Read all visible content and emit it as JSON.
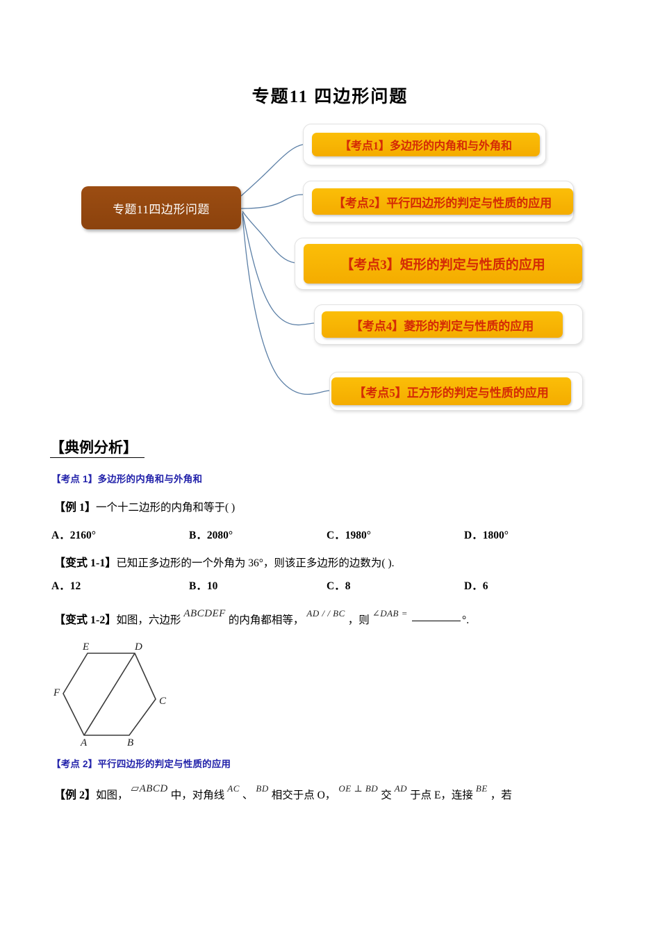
{
  "document": {
    "title": "专题11  四边形问题"
  },
  "mindmap": {
    "central": {
      "label": "专题11四边形问题",
      "color": "#94450f"
    },
    "accent_fill": "#f9b500",
    "accent_text": "#d42a06",
    "connector_color": "#5b7fa6",
    "nodes": [
      {
        "id": "node1",
        "label": "【考点1】多边形的内角和与外角和"
      },
      {
        "id": "node2",
        "label": "【考点2】平行四边形的判定与性质的应用"
      },
      {
        "id": "node3",
        "label": "【考点3】矩形的判定与性质的应用"
      },
      {
        "id": "node4",
        "label": "【考点4】菱形的判定与性质的应用"
      },
      {
        "id": "node5",
        "label": "【考点5】正方形的判定与性质的应用"
      }
    ]
  },
  "content": {
    "analysis_heading": "【典例分析】",
    "kaodian1": {
      "heading": "【考点 1】多边形的内角和与外角和",
      "example1": {
        "tag": "【例 1】",
        "text": "一个十二边形的内角和等于(  )",
        "options": [
          "A．2160°",
          "B．2080°",
          "C．1980°",
          "D．1800°"
        ]
      },
      "variant1_1": {
        "tag": "【变式 1-1】",
        "text": "已知正多边形的一个外角为 36°，则该正多边形的边数为(  ).",
        "options": [
          "A．12",
          "B．10",
          "C．8",
          "D．6"
        ]
      },
      "variant1_2": {
        "tag": "【变式 1-2】",
        "seg1": "如图，六边形",
        "math1": "ABCDEF",
        "seg2": "的内角都相等，",
        "math2": "AD / / BC",
        "seg3": "，则",
        "math3": "∠DAB =",
        "seg4": "°."
      },
      "figure": {
        "name": "hexagon-ABCDEF",
        "vertices": [
          "A",
          "B",
          "C",
          "D",
          "E",
          "F"
        ],
        "diagonal": "AD"
      }
    },
    "kaodian2": {
      "heading": "【考点 2】平行四边形的判定与性质的应用",
      "example2": {
        "tag": "【例 2】",
        "seg1": "如图，",
        "math1": "▱ABCD",
        "seg2": "中，对角线",
        "math2": "AC",
        "seg3": "、",
        "math3": "BD",
        "seg4": "相交于点 O，",
        "math4": "OE ⊥ BD",
        "seg5": "交",
        "math5": "AD",
        "seg6": "于点 E，连接",
        "math6": "BE",
        "seg7": "，若"
      }
    }
  }
}
